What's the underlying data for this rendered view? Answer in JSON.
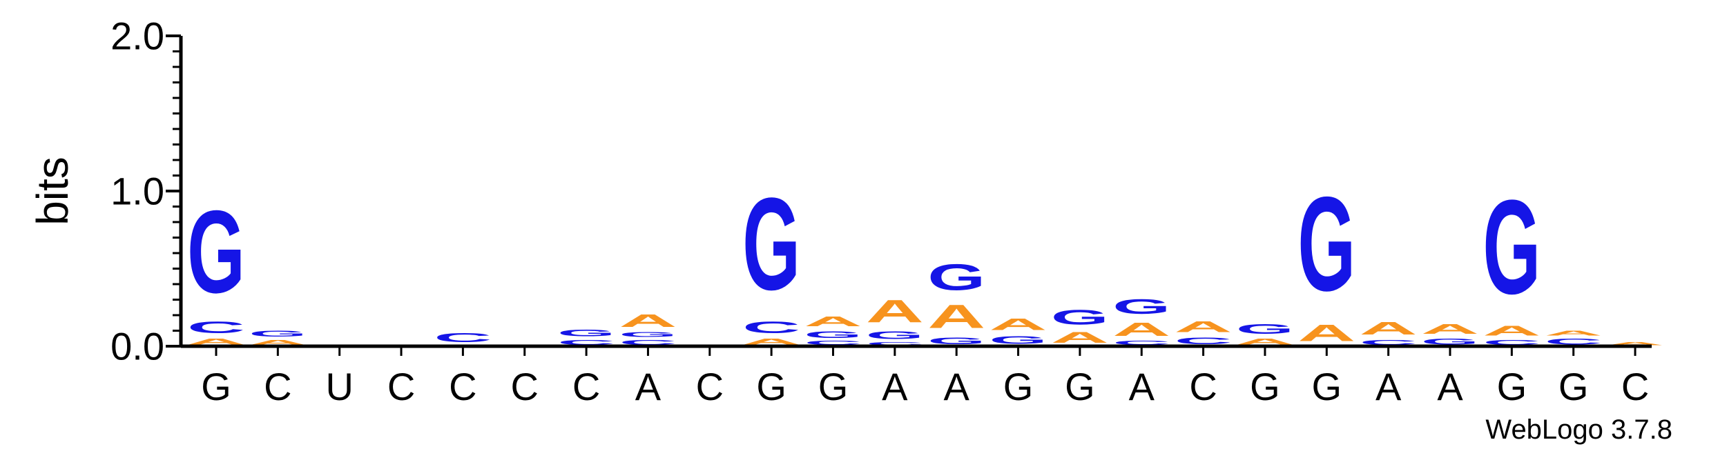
{
  "chart_data": {
    "type": "sequence-logo",
    "ylabel": "bits",
    "ylim": [
      0,
      2.0
    ],
    "yticks": [
      "0.0",
      "1.0",
      "2.0"
    ],
    "sequence_labels": [
      "G",
      "C",
      "U",
      "C",
      "C",
      "C",
      "C",
      "A",
      "C",
      "G",
      "G",
      "A",
      "A",
      "G",
      "G",
      "A",
      "C",
      "G",
      "G",
      "A",
      "A",
      "G",
      "G",
      "C"
    ],
    "colors": {
      "A": "#F7931E",
      "C": "#1515E6",
      "G": "#1515E6",
      "U": "#DC143C"
    },
    "columns": [
      {
        "stack": [
          [
            "A",
            0.06
          ],
          [
            "C",
            0.12
          ],
          [
            "G",
            0.85
          ]
        ]
      },
      {
        "stack": [
          [
            "A",
            0.05
          ],
          [
            "G",
            0.06
          ]
        ]
      },
      {
        "stack": []
      },
      {
        "stack": [
          [
            "C",
            0.01
          ]
        ]
      },
      {
        "stack": [
          [
            "A",
            0.01
          ],
          [
            "C",
            0.09
          ]
        ]
      },
      {
        "stack": []
      },
      {
        "stack": [
          [
            "C",
            0.05
          ],
          [
            "G",
            0.07
          ]
        ]
      },
      {
        "stack": [
          [
            "C",
            0.05
          ],
          [
            "G",
            0.05
          ],
          [
            "A",
            0.13
          ]
        ]
      },
      {
        "stack": []
      },
      {
        "stack": [
          [
            "A",
            0.06
          ],
          [
            "C",
            0.12
          ],
          [
            "G",
            0.95
          ]
        ]
      },
      {
        "stack": [
          [
            "C",
            0.04
          ],
          [
            "G",
            0.07
          ],
          [
            "A",
            0.1
          ]
        ]
      },
      {
        "stack": [
          [
            "C",
            0.03
          ],
          [
            "G",
            0.08
          ],
          [
            "A",
            0.23
          ]
        ]
      },
      {
        "stack": [
          [
            "G",
            0.07
          ],
          [
            "A",
            0.24
          ],
          [
            "G",
            0.27
          ]
        ]
      },
      {
        "stack": [
          [
            "G",
            0.08
          ],
          [
            "A",
            0.12
          ]
        ]
      },
      {
        "stack": [
          [
            "A",
            0.11
          ],
          [
            "G",
            0.15
          ]
        ]
      },
      {
        "stack": [
          [
            "C",
            0.04
          ],
          [
            "A",
            0.14
          ],
          [
            "G",
            0.15
          ]
        ]
      },
      {
        "stack": [
          [
            "C",
            0.07
          ],
          [
            "A",
            0.11
          ]
        ]
      },
      {
        "stack": [
          [
            "A",
            0.06
          ],
          [
            "G",
            0.1
          ]
        ]
      },
      {
        "stack": [
          [
            "A",
            0.17
          ],
          [
            "G",
            0.97
          ]
        ]
      },
      {
        "stack": [
          [
            "C",
            0.05
          ],
          [
            "A",
            0.13
          ]
        ]
      },
      {
        "stack": [
          [
            "G",
            0.06
          ],
          [
            "A",
            0.1
          ]
        ]
      },
      {
        "stack": [
          [
            "C",
            0.05
          ],
          [
            "A",
            0.1
          ],
          [
            "G",
            0.97
          ]
        ]
      },
      {
        "stack": [
          [
            "C",
            0.06
          ],
          [
            "A",
            0.05
          ]
        ]
      },
      {
        "stack": [
          [
            "A",
            0.03
          ]
        ]
      }
    ]
  },
  "credit": "WebLogo 3.7.8"
}
